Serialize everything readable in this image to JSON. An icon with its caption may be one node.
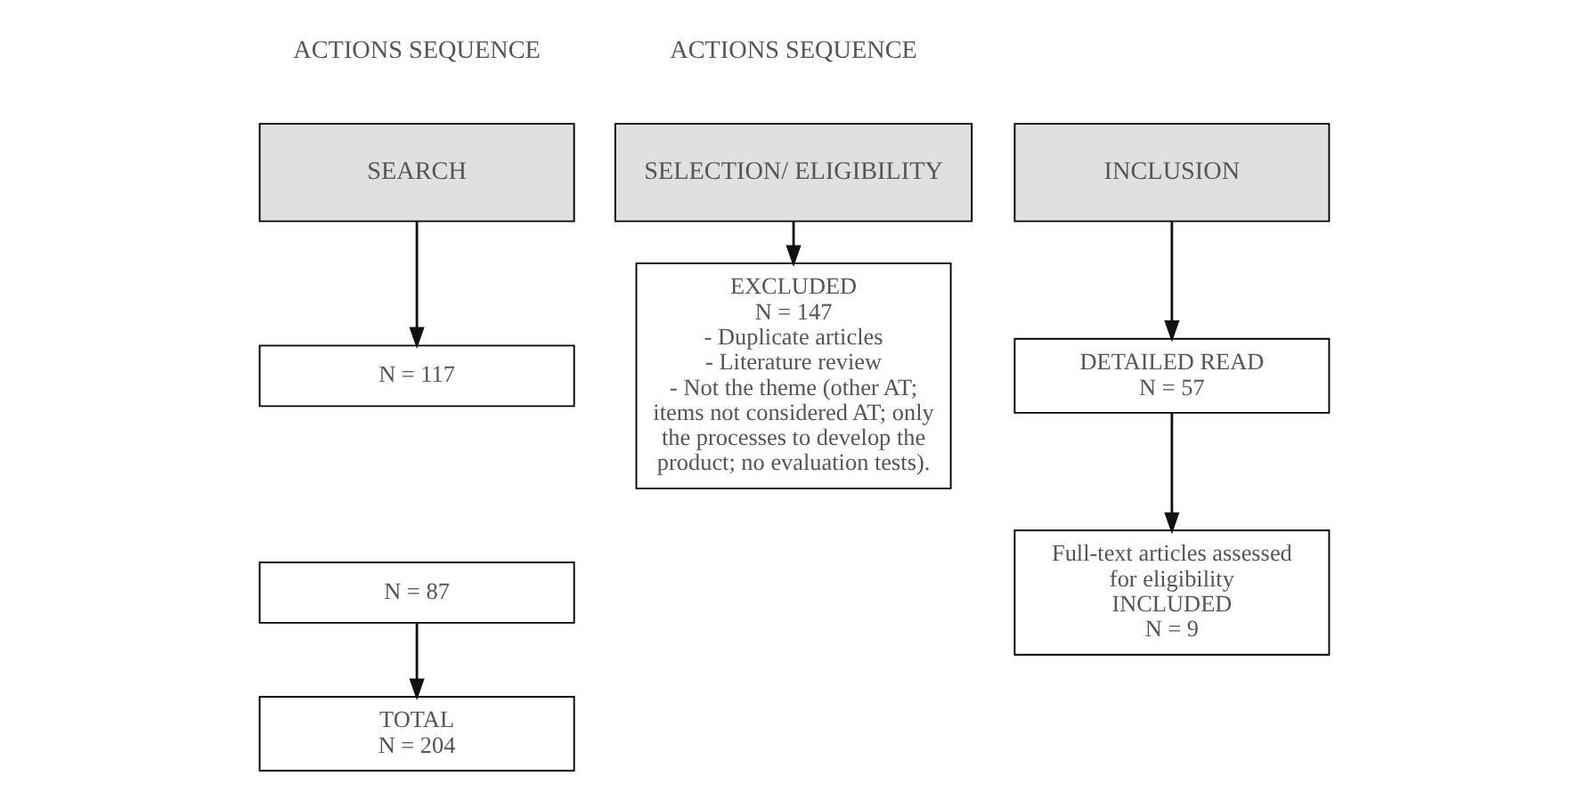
{
  "diagram": {
    "nodes": [
      {
        "text": [
          "SEARCH"
        ]
      },
      {
        "text": [
          "SELECTION/ ELIGIBILITY"
        ]
      },
      {
        "text": [
          "INCLUSION"
        ]
      },
      {
        "text": [
          "N = 117"
        ]
      },
      {
        "text": [
          "N = 87"
        ]
      },
      {
        "text": [
          "TOTAL",
          "N = 204"
        ]
      },
      {
        "text": [
          "EXCLUDED",
          "N = 147",
          "- Duplicate articles",
          "- Literature review",
          "- Not the theme (other AT; items not considered AT; only the processes to develop the product; no evaluation tests)."
        ]
      },
      {
        "text": [
          "DETAILED READ",
          "N = 57"
        ]
      },
      {
        "text": [
          "Full-text articles assessed for eligibility",
          "INCLUDED",
          "N = 9"
        ]
      }
    ],
    "edges": [
      {
        "from": 0,
        "to": 3,
        "arrow": "to"
      },
      {
        "from": 4,
        "to": 5,
        "arrow": "to"
      },
      {
        "from": 1,
        "to": 6,
        "arrow": "to"
      },
      {
        "from": 2,
        "to": 7,
        "arrow": "to"
      },
      {
        "from": 7,
        "to": 8,
        "arrow": "to"
      }
    ],
    "labels": [
      "ACTIONS SEQUENCE",
      "ACTIONS SEQUENCE"
    ]
  }
}
